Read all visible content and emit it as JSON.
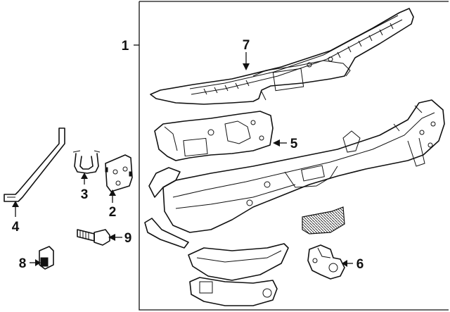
{
  "diagram": {
    "callouts": [
      {
        "id": "c1",
        "label": "1"
      },
      {
        "id": "c2",
        "label": "2"
      },
      {
        "id": "c3",
        "label": "3"
      },
      {
        "id": "c4",
        "label": "4"
      },
      {
        "id": "c5",
        "label": "5"
      },
      {
        "id": "c6",
        "label": "6"
      },
      {
        "id": "c7",
        "label": "7"
      },
      {
        "id": "c8",
        "label": "8"
      },
      {
        "id": "c9",
        "label": "9"
      }
    ]
  }
}
